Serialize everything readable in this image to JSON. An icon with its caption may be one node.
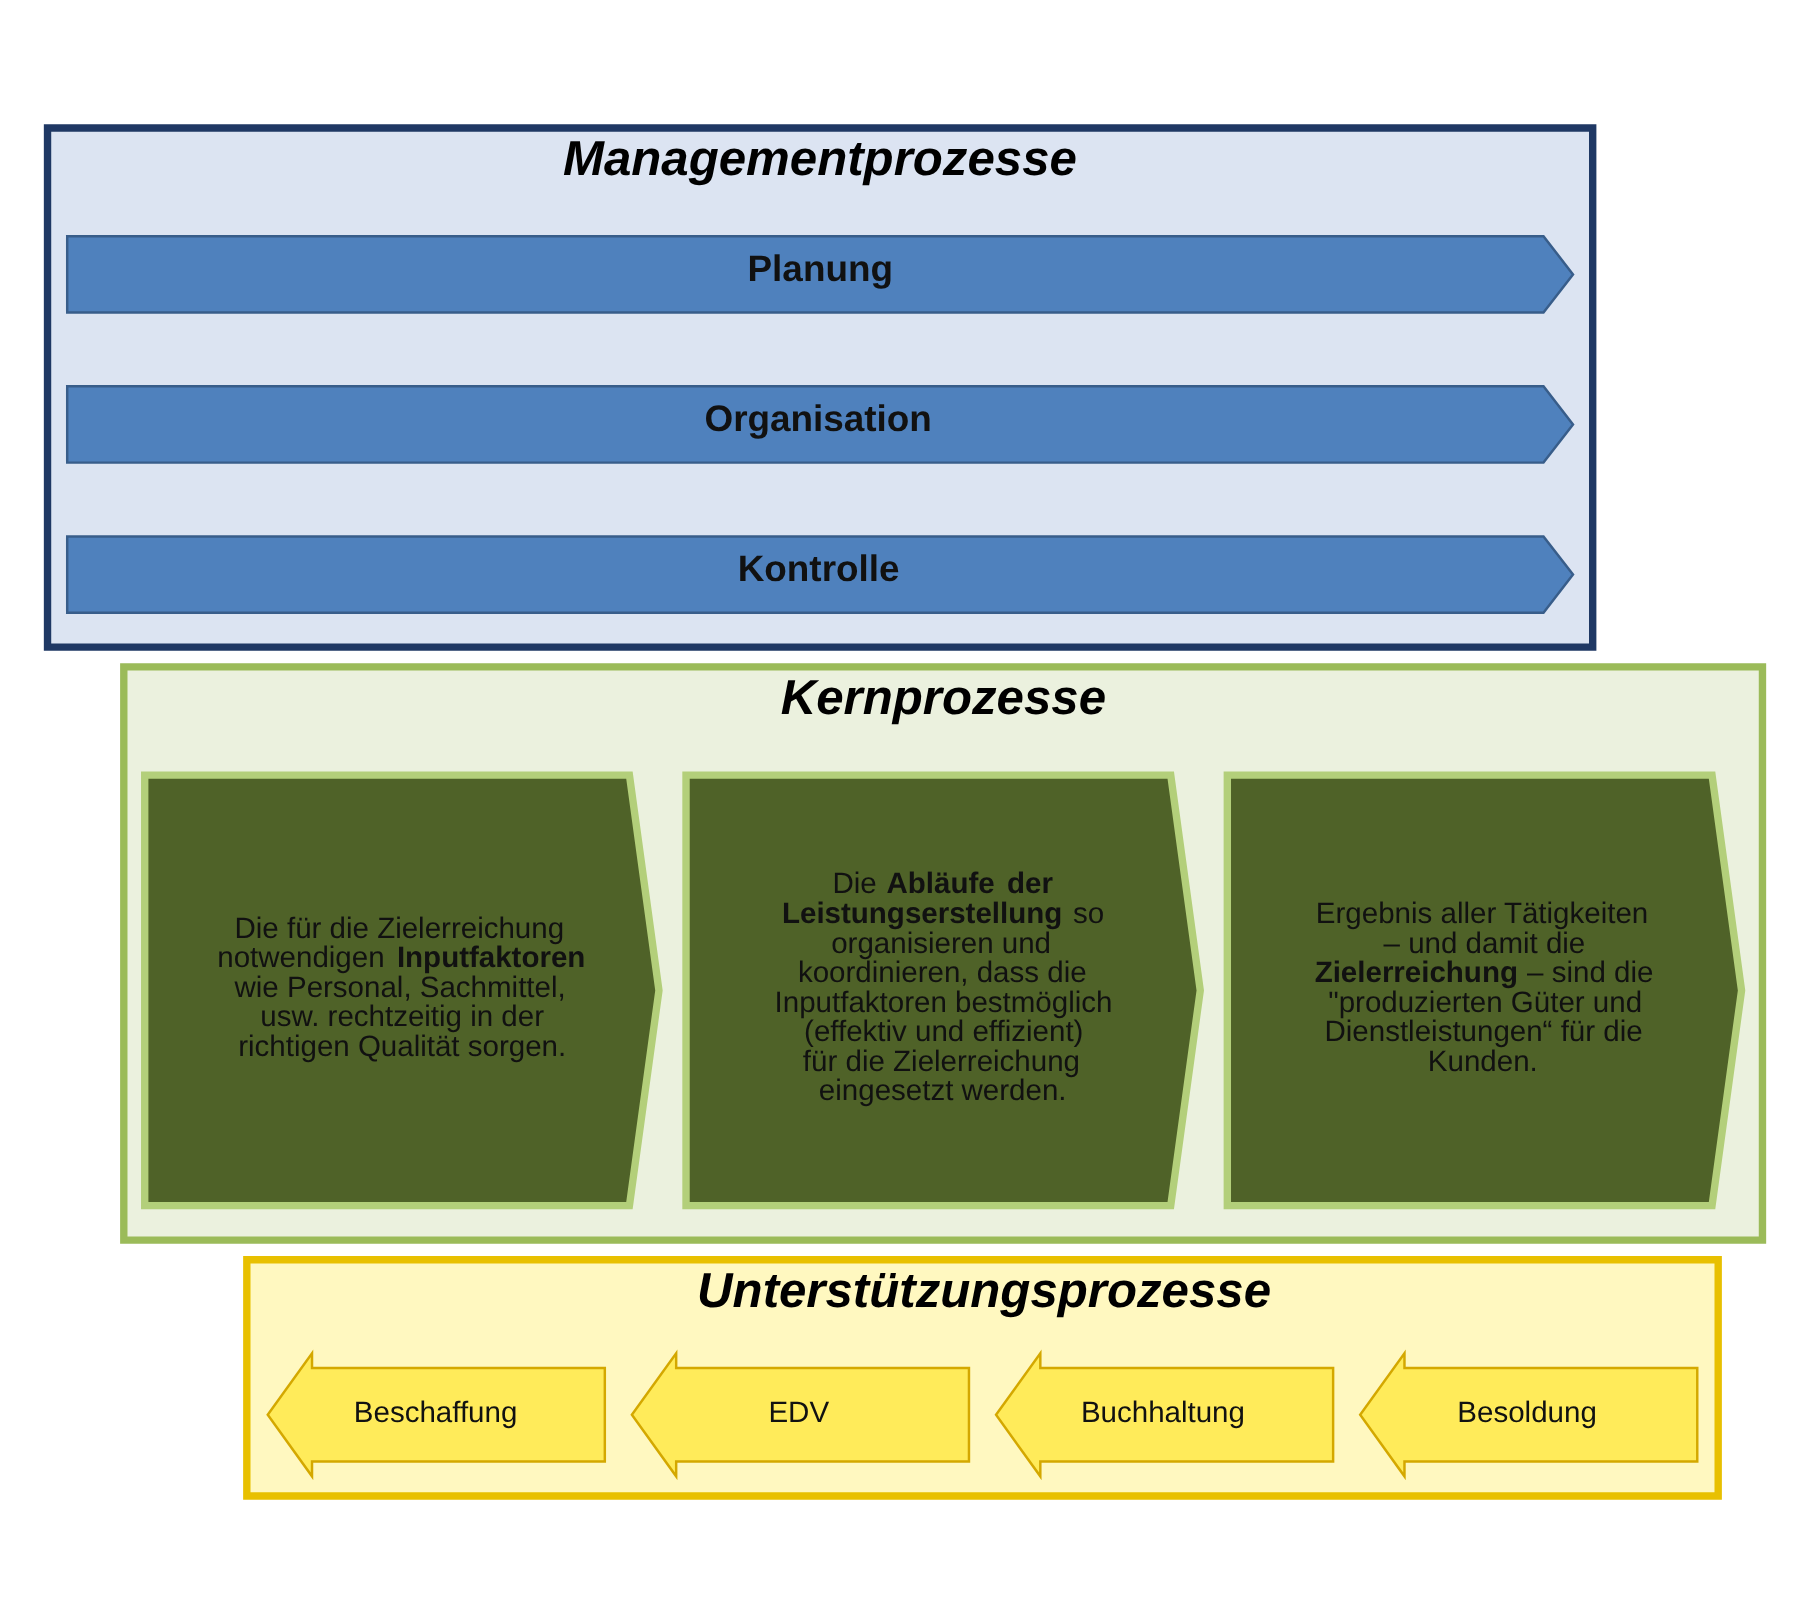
{
  "diagram": {
    "nodes": [
      {
        "text": [
          "Managementprozesse"
        ]
      },
      {
        "text": [
          "Planung"
        ],
        "in": 0
      },
      {
        "text": [
          "Organisation"
        ],
        "in": 0
      },
      {
        "text": [
          "Kontrolle"
        ],
        "in": 0
      },
      {
        "text": [
          "Kernprozesse"
        ]
      },
      {
        "text": [
          "Die für die Zielerreichung notwendigen **Inputfaktoren** wie Personal, Sachmittel,  usw. rechtzeitig in der richtigen Qualität sorgen."
        ],
        "in": 4
      },
      {
        "text": [
          "Die **Abläufe der Leistungserstellung** so organisieren und koordinieren, dass die Inputfaktoren bestmöglich (effektiv und effizient) für die Zielerreichung eingesetzt werden."
        ],
        "in": 4
      },
      {
        "text": [
          "Ergebnis aller Tätigkeiten – und damit die **Zielerreichung** – sind die \"produzierten Güter und Dienstleistungen“ für die Kunden."
        ],
        "in": 4
      },
      {
        "text": [
          "Unterstützungsprozesse"
        ]
      },
      {
        "text": [
          "Beschaffung"
        ],
        "in": 8
      },
      {
        "text": [
          "EDV"
        ],
        "in": 8
      },
      {
        "text": [
          "Buchhaltung"
        ],
        "in": 8
      },
      {
        "text": [
          "Besoldung"
        ],
        "in": 8
      }
    ]
  }
}
